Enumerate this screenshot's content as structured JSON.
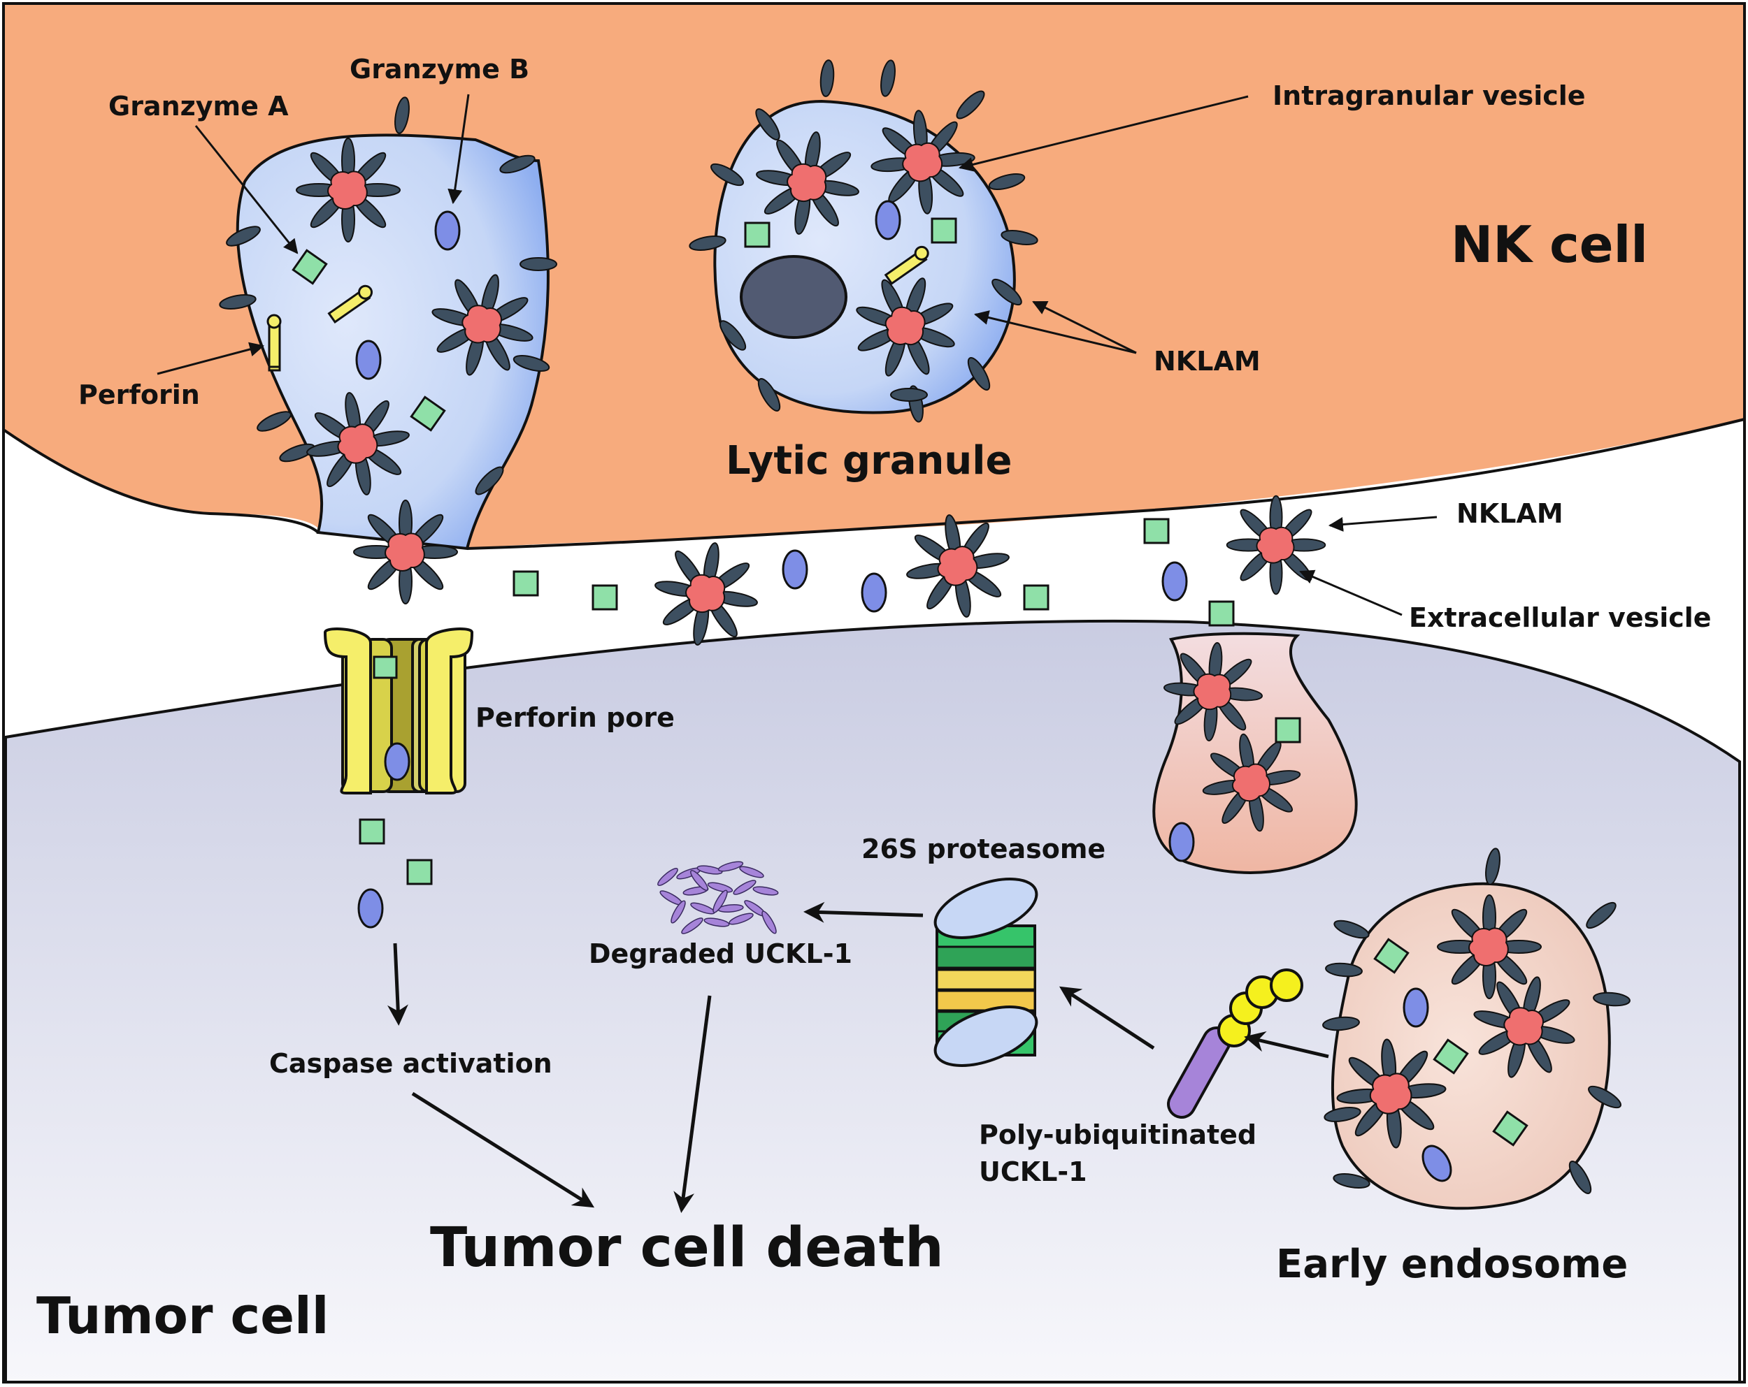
{
  "labels": {
    "nk_cell": "NK cell",
    "tumor_cell": "Tumor cell",
    "granzyme_a": "Granzyme A",
    "granzyme_b": "Granzyme B",
    "perforin": "Perforin",
    "lytic_granule": "Lytic granule",
    "intragranular_vesicle": "Intragranular vesicle",
    "nklam_granule": "NKLAM",
    "nklam_extracellular": "NKLAM",
    "extracellular_vesicle": "Extracellular vesicle",
    "perforin_pore": "Perforin pore",
    "proteasome": "26S proteasome",
    "degraded_uckl1": "Degraded UCKL-1",
    "poly_ub_line1": "Poly-ubiquitinated",
    "poly_ub_line2": "UCKL-1",
    "caspase_activation": "Caspase activation",
    "tumor_cell_death": "Tumor cell death",
    "early_endosome": "Early endosome"
  },
  "colors": {
    "nk_cell_fill": "#f7ab7d",
    "tumor_cell_fill": "#cbcfe3",
    "granule_fill": "#c7d7f5",
    "endosome_fill": "#f2d6cc",
    "nklam_core": "#ef6f6f",
    "nklam_spike": "#3d4f60",
    "granzyme_a": "#8fe0a8",
    "granzyme_b": "#7e8ee6",
    "perforin": "#f5ee6a",
    "ubiquitin": "#f5f01e",
    "uckl1": "#a684d9",
    "proteasome_green": "#36c46a",
    "proteasome_yellow": "#f2d75b",
    "nucleus": "#515a72"
  }
}
